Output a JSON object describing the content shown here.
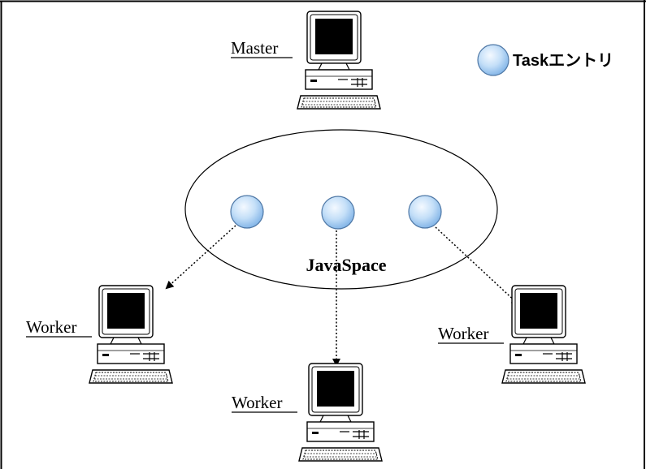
{
  "legend": {
    "label": "Taskエントリ",
    "icon": "task-entry-circle-icon"
  },
  "space": {
    "label": "JavaSpace"
  },
  "nodes": {
    "master": {
      "label": "Master",
      "icon": "computer-icon"
    },
    "worker_left": {
      "label": "Worker",
      "icon": "computer-icon"
    },
    "worker_center": {
      "label": "Worker",
      "icon": "computer-icon"
    },
    "worker_right": {
      "label": "Worker",
      "icon": "computer-icon"
    }
  },
  "colors": {
    "entry_fill_light": "#eef6ff",
    "entry_fill_dark": "#93c4f2",
    "entry_stroke": "#5a7fa8",
    "screen": "#000000",
    "case": "#ffffff",
    "line": "#000000"
  }
}
